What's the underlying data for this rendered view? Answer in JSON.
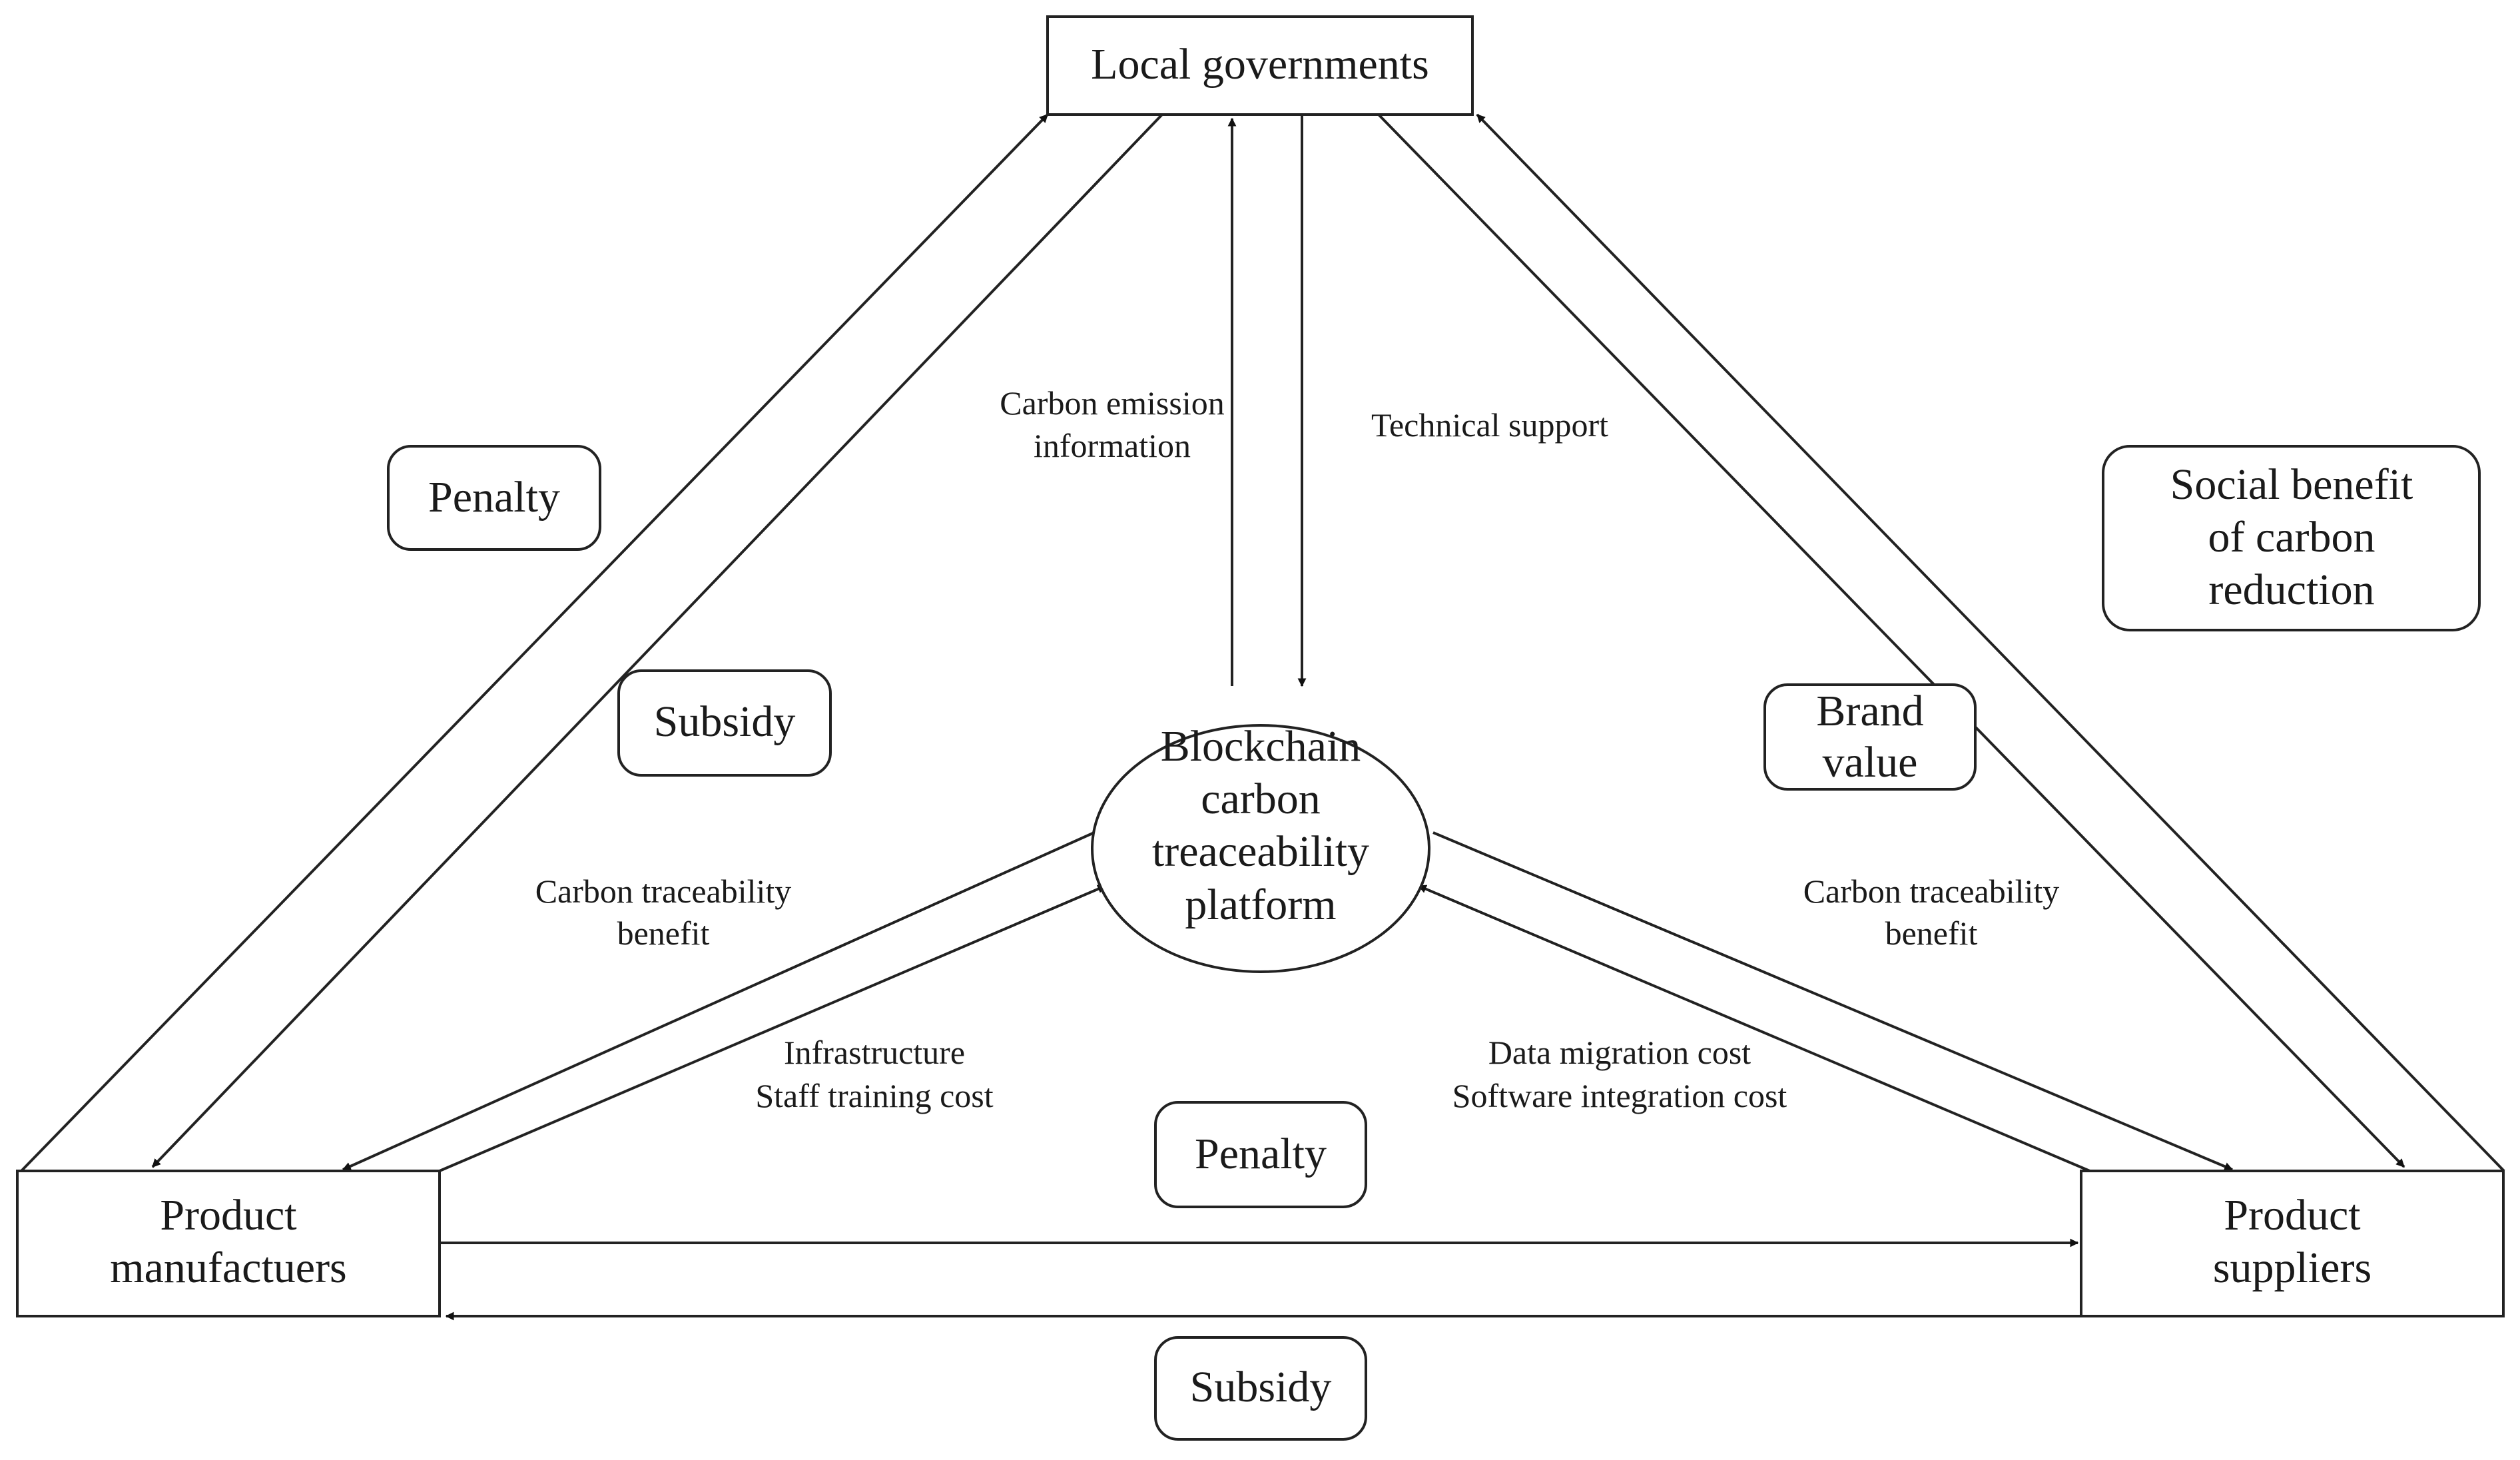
{
  "nodes": {
    "local_governments": "Local governments",
    "product_manufacturers": [
      "Product",
      "manufactuers"
    ],
    "product_suppliers": [
      "Product",
      "suppliers"
    ],
    "platform": [
      "Blockchain",
      "carbon",
      "treaceability",
      "platform"
    ]
  },
  "tags": {
    "penalty_left": "Penalty",
    "subsidy_left": "Subsidy",
    "social_benefit": [
      "Social benefit",
      "of carbon",
      "reduction"
    ],
    "brand_value": [
      "Brand",
      "value"
    ],
    "penalty_bottom": "Penalty",
    "subsidy_bottom": "Subsidy"
  },
  "edge_labels": {
    "carbon_emission": [
      "Carbon emission",
      "information"
    ],
    "technical_support": "Technical support",
    "benefit_left": [
      "Carbon traceability",
      "benefit"
    ],
    "benefit_right": [
      "Carbon traceability",
      "benefit"
    ],
    "infrastructure": [
      "Infrastructure",
      "Staff training cost"
    ],
    "data_migration": [
      "Data migration cost",
      "Software integration cost"
    ]
  }
}
